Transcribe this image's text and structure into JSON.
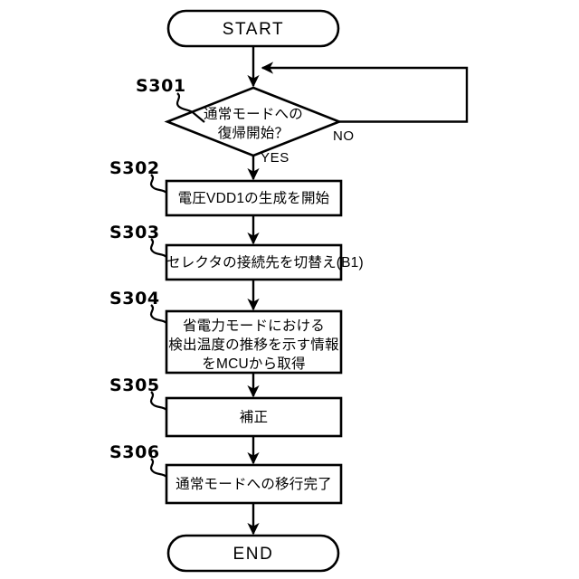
{
  "diagram": {
    "title": "",
    "type": "flowchart",
    "colors": {
      "background": "#ffffff",
      "stroke": "#000000",
      "fill": "#ffffff",
      "text": "#000000"
    },
    "terminals": {
      "start": "START",
      "end": "END"
    },
    "decision": {
      "step": "S301",
      "line1": "通常モードへの",
      "line2": "復帰開始？",
      "yes_label": "YES",
      "no_label": "NO"
    },
    "steps": [
      {
        "step": "S302",
        "lines": [
          "電圧VDD1の生成を開始"
        ]
      },
      {
        "step": "S303",
        "lines": [
          "セレクタの接続先を切替え(B1)"
        ]
      },
      {
        "step": "S304",
        "lines": [
          "省電力モードにおける",
          "検出温度の推移を示す情報",
          "をMCUから取得"
        ]
      },
      {
        "step": "S305",
        "lines": [
          "補正"
        ]
      },
      {
        "step": "S306",
        "lines": [
          "通常モードへの移行完了"
        ]
      }
    ]
  }
}
